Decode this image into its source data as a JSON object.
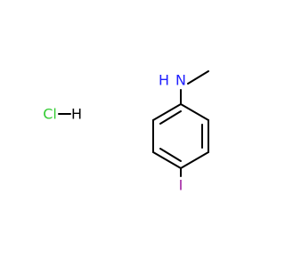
{
  "colors": {
    "background": "#ffffff",
    "bond": "#000000",
    "nitrogen": "#2020ff",
    "iodine": "#a020a0",
    "chlorine": "#33cc33",
    "hydrogen": "#000000"
  },
  "atoms": {
    "amine_h": "H",
    "amine_n": "N",
    "iodine": "I",
    "salt_cl": "Cl",
    "salt_h": "H"
  }
}
